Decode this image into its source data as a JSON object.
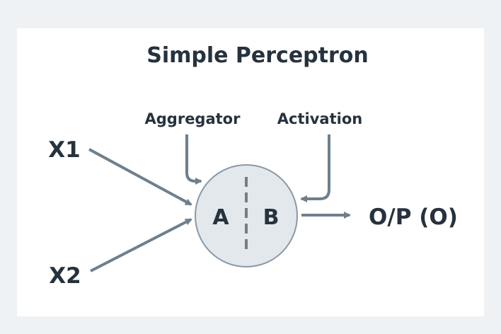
{
  "diagram": {
    "title": "Simple Perceptron",
    "inputs": [
      {
        "label": "X1"
      },
      {
        "label": "X2"
      }
    ],
    "neuron": {
      "left_label": "A",
      "right_label": "B"
    },
    "annotations": {
      "aggregator": "Aggregator",
      "activation": "Activation"
    },
    "output": {
      "label": "O/P (O)"
    }
  },
  "colors": {
    "background": "#eff2f5",
    "card": "#ffffff",
    "text": "#26323d",
    "arrow": "#6f7f8c",
    "neuron_fill": "#e3e8ec",
    "neuron_stroke": "#8a98a5"
  }
}
